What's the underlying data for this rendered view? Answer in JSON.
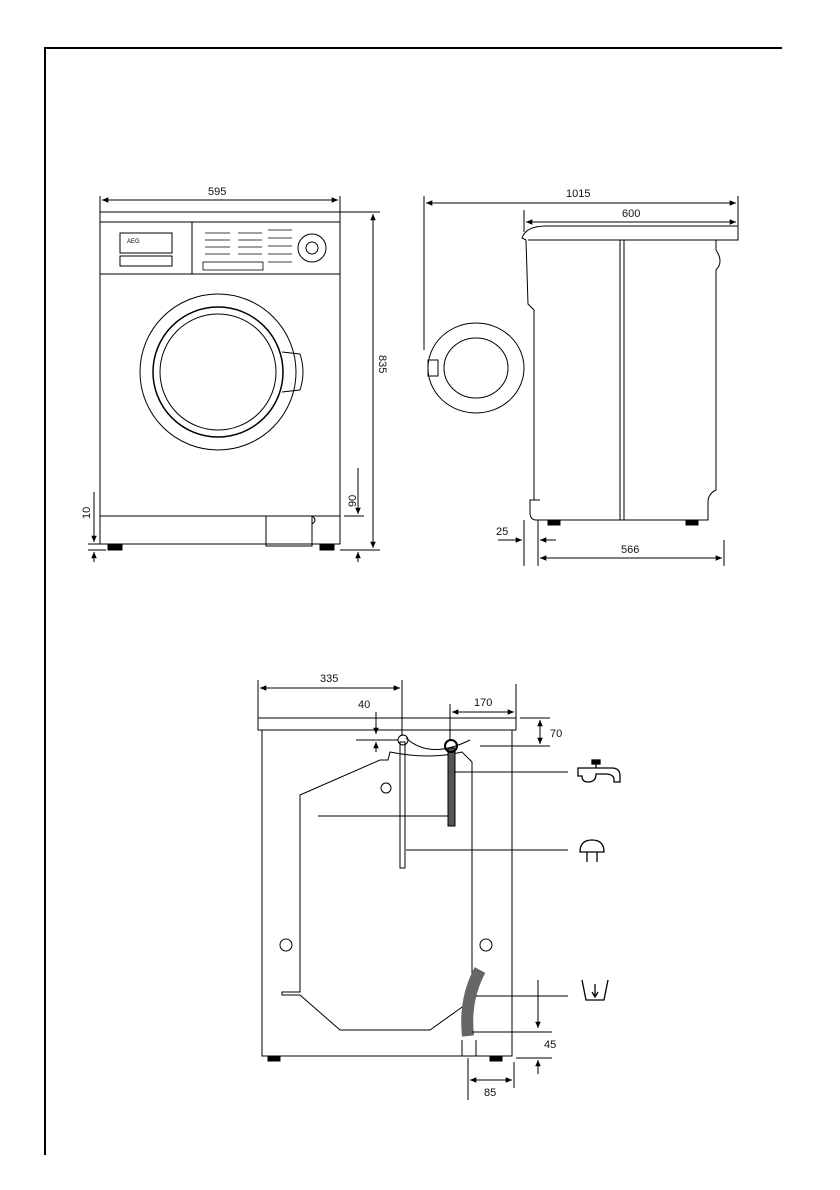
{
  "dims": {
    "front_width": "595",
    "front_height": "835",
    "front_foot": "10",
    "front_plinth": "90",
    "side_total_depth": "1015",
    "side_body_depth": "600",
    "side_door_offset": "25",
    "side_base_depth": "566",
    "rear_drain_offset": "335",
    "rear_drain_drop": "40",
    "rear_inlet_offset": "170",
    "rear_top_drop": "70",
    "rear_outlet_height": "45",
    "rear_outlet_offset": "85"
  },
  "panel": {
    "brand": "AEG"
  },
  "icons": [
    "water-tap-icon",
    "mains-plug-icon",
    "drain-outlet-icon"
  ]
}
